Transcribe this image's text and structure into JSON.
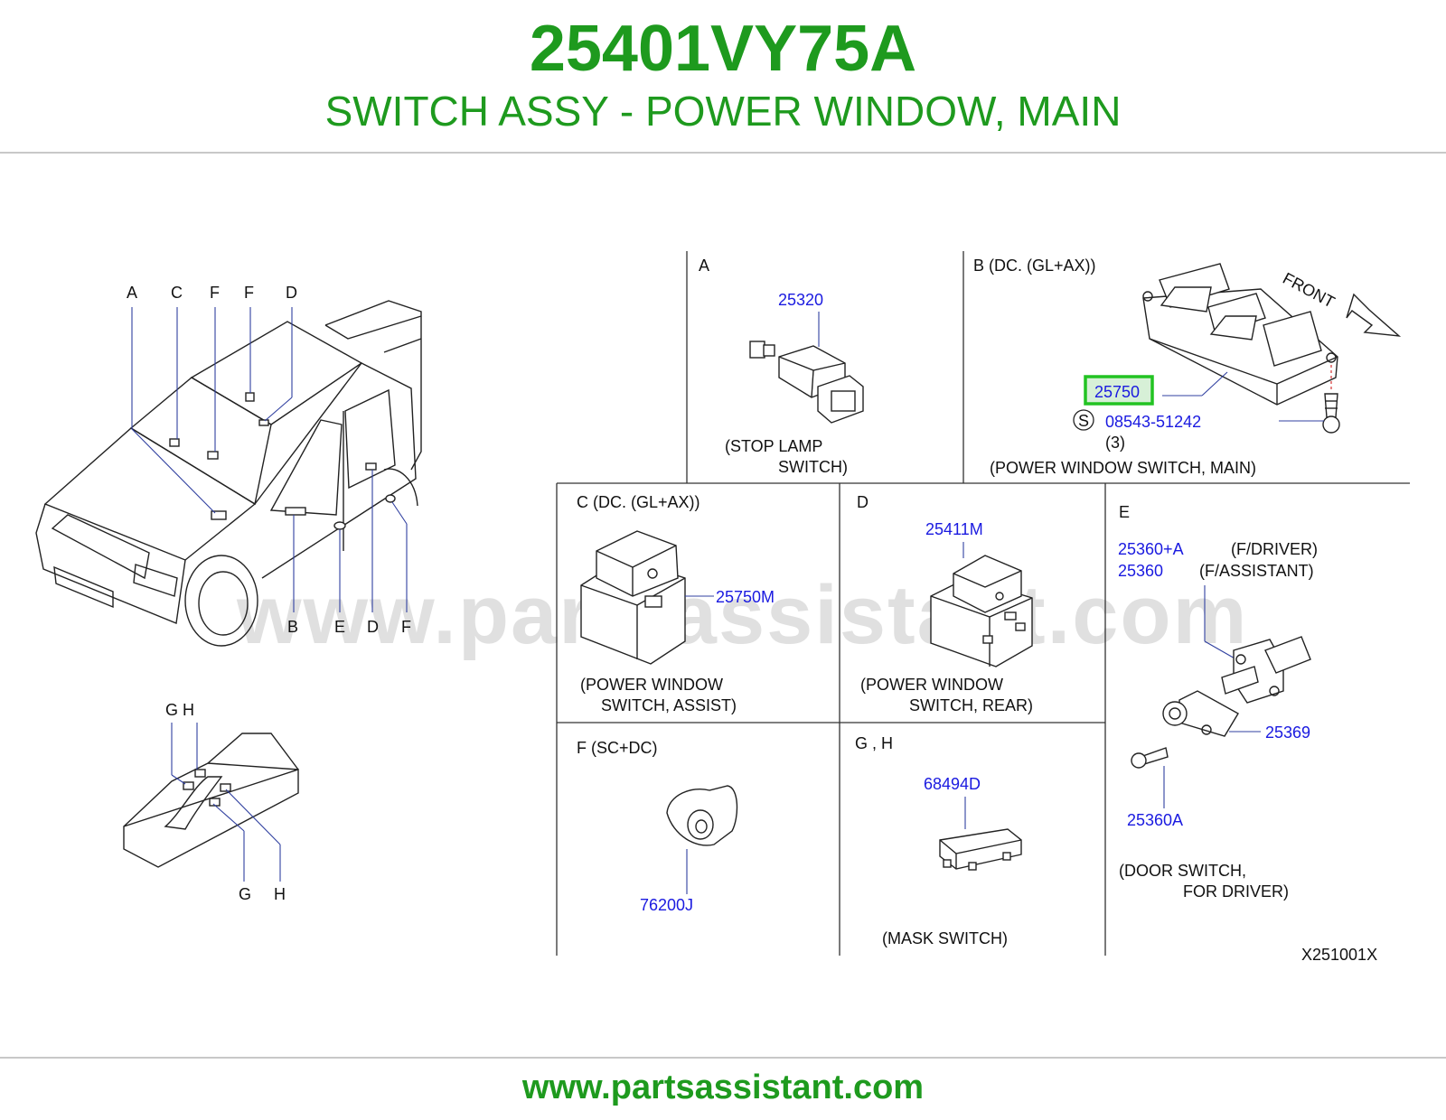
{
  "header": {
    "part_number": "25401VY75A",
    "description": "SWITCH ASSY - POWER WINDOW, MAIN"
  },
  "watermark": "www.partsassistant.com",
  "footer": {
    "url": "www.partsassistant.com"
  },
  "overview": {
    "top_letters": [
      "A",
      "C",
      "F",
      "F",
      "D"
    ],
    "bottom_letters": [
      "B",
      "E",
      "D",
      "F"
    ],
    "console_top": "G H",
    "console_bottom": [
      "G",
      "H"
    ]
  },
  "panels": {
    "a": {
      "title": "A",
      "part": "25320",
      "caption": [
        "(STOP  LAMP",
        "SWITCH)"
      ]
    },
    "b": {
      "title": "B  (DC.  (GL+AX))",
      "front": "FRONT",
      "part_main": "25750",
      "s_mark": "S",
      "screw_part": "08543-51242",
      "qty": "(3)",
      "caption": "(POWER  WINDOW  SWITCH,  MAIN)"
    },
    "c": {
      "title": "C  (DC.  (GL+AX))",
      "part": "25750M",
      "caption": [
        "(POWER  WINDOW",
        "SWITCH,  ASSIST)"
      ]
    },
    "d": {
      "title": "D",
      "part": "25411M",
      "caption": [
        "(POWER  WINDOW",
        "SWITCH,  REAR)"
      ]
    },
    "e": {
      "title": "E",
      "part1": "25360+A",
      "desc1": "(F/DRIVER)",
      "part2": "25360",
      "desc2": "(F/ASSISTANT)",
      "part3": "25369",
      "part4": "25360A",
      "caption": [
        "(DOOR  SWITCH,",
        "FOR  DRIVER)"
      ]
    },
    "f": {
      "title": "F (SC+DC)",
      "part": "76200J"
    },
    "gh": {
      "title": "G  ,  H",
      "part": "68494D",
      "caption": "(MASK  SWITCH)"
    }
  },
  "diagram_code": "X251001X",
  "colors": {
    "brand_green": "#1e9a1e",
    "part_blue": "#1a1ae0",
    "highlight_green": "#22c322"
  }
}
